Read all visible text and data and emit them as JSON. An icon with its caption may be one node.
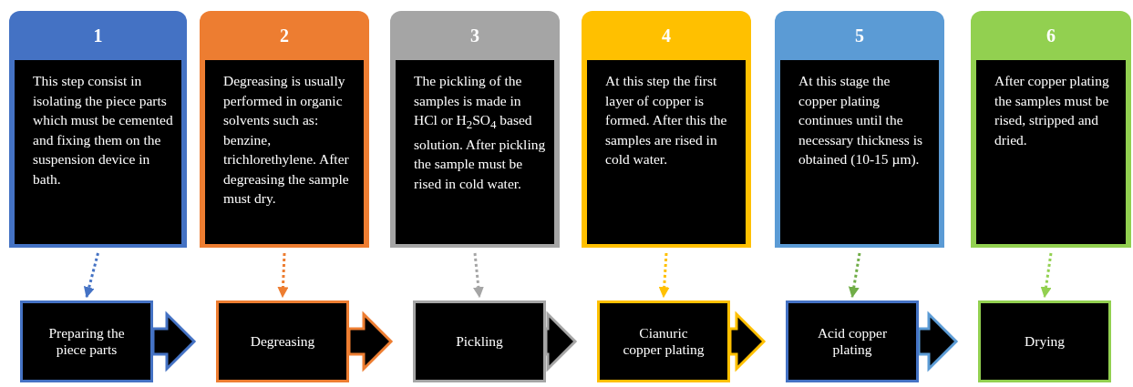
{
  "diagram": {
    "nodes": [
      {
        "text": [
          "1"
        ]
      },
      {
        "text": [
          "This step consist in isolating the piece parts which must be cemented and fixing them on the suspension device in bath."
        ],
        "in": 0
      },
      {
        "text": [
          "2"
        ]
      },
      {
        "text": [
          "Degreasing is usually performed in organic solvents such as: benzine, trichlorethylene. After degreasing the sample must dry."
        ],
        "in": 2
      },
      {
        "text": [
          "3"
        ]
      },
      {
        "text": [
          "The pickling of the samples is made in HCl or H$_{2}$SO$_{4}$ based solution. After pickling the sample must be rised in cold water."
        ],
        "in": 4
      },
      {
        "text": [
          "4"
        ]
      },
      {
        "text": [
          "At this step the first layer of copper is formed. After this the samples are rised in cold water."
        ],
        "in": 6
      },
      {
        "text": [
          "5"
        ]
      },
      {
        "text": [
          "At this stage the copper plating continues until the necessary thickness is obtained (10-15 µm)."
        ],
        "in": 8
      },
      {
        "text": [
          "6"
        ]
      },
      {
        "text": [
          "After copper plating the samples must be rised, stripped and dried."
        ],
        "in": 10
      },
      {
        "text": [
          "Preparing the piece parts"
        ]
      },
      {
        "text": [
          "Degreasing"
        ]
      },
      {
        "text": [
          "Pickling"
        ]
      },
      {
        "text": [
          "Cianuric copper plating"
        ]
      },
      {
        "text": [
          "Acid copper plating"
        ]
      },
      {
        "text": [
          "Drying"
        ]
      }
    ],
    "edges": [
      {
        "from": 0,
        "to": 12,
        "arrow": "to",
        "style": "dashed",
        "color": "#4472c4"
      },
      {
        "from": 2,
        "to": 13,
        "arrow": "to",
        "style": "dashed",
        "color": "#ed7d31"
      },
      {
        "from": 4,
        "to": 14,
        "arrow": "to",
        "style": "dashed",
        "color": "#a5a5a5"
      },
      {
        "from": 6,
        "to": 15,
        "arrow": "to",
        "style": "dashed",
        "color": "#ffc000"
      },
      {
        "from": 8,
        "to": 16,
        "arrow": "to",
        "style": "dashed",
        "color": "#70ad47"
      },
      {
        "from": 10,
        "to": 17,
        "arrow": "to",
        "style": "dashed",
        "color": "#92d050"
      },
      {
        "from": 12,
        "to": 13,
        "arrow": "to",
        "style": "thick",
        "color": "#4472c4"
      },
      {
        "from": 13,
        "to": 14,
        "arrow": "to",
        "style": "thick",
        "color": "#ed7d31"
      },
      {
        "from": 14,
        "to": 15,
        "arrow": "to",
        "style": "thick",
        "color": "#a5a5a5"
      },
      {
        "from": 15,
        "to": 16,
        "arrow": "to",
        "style": "thick",
        "color": "#ffc000"
      },
      {
        "from": 16,
        "to": 17,
        "arrow": "to",
        "style": "thick",
        "color": "#5b9bd5"
      }
    ]
  }
}
